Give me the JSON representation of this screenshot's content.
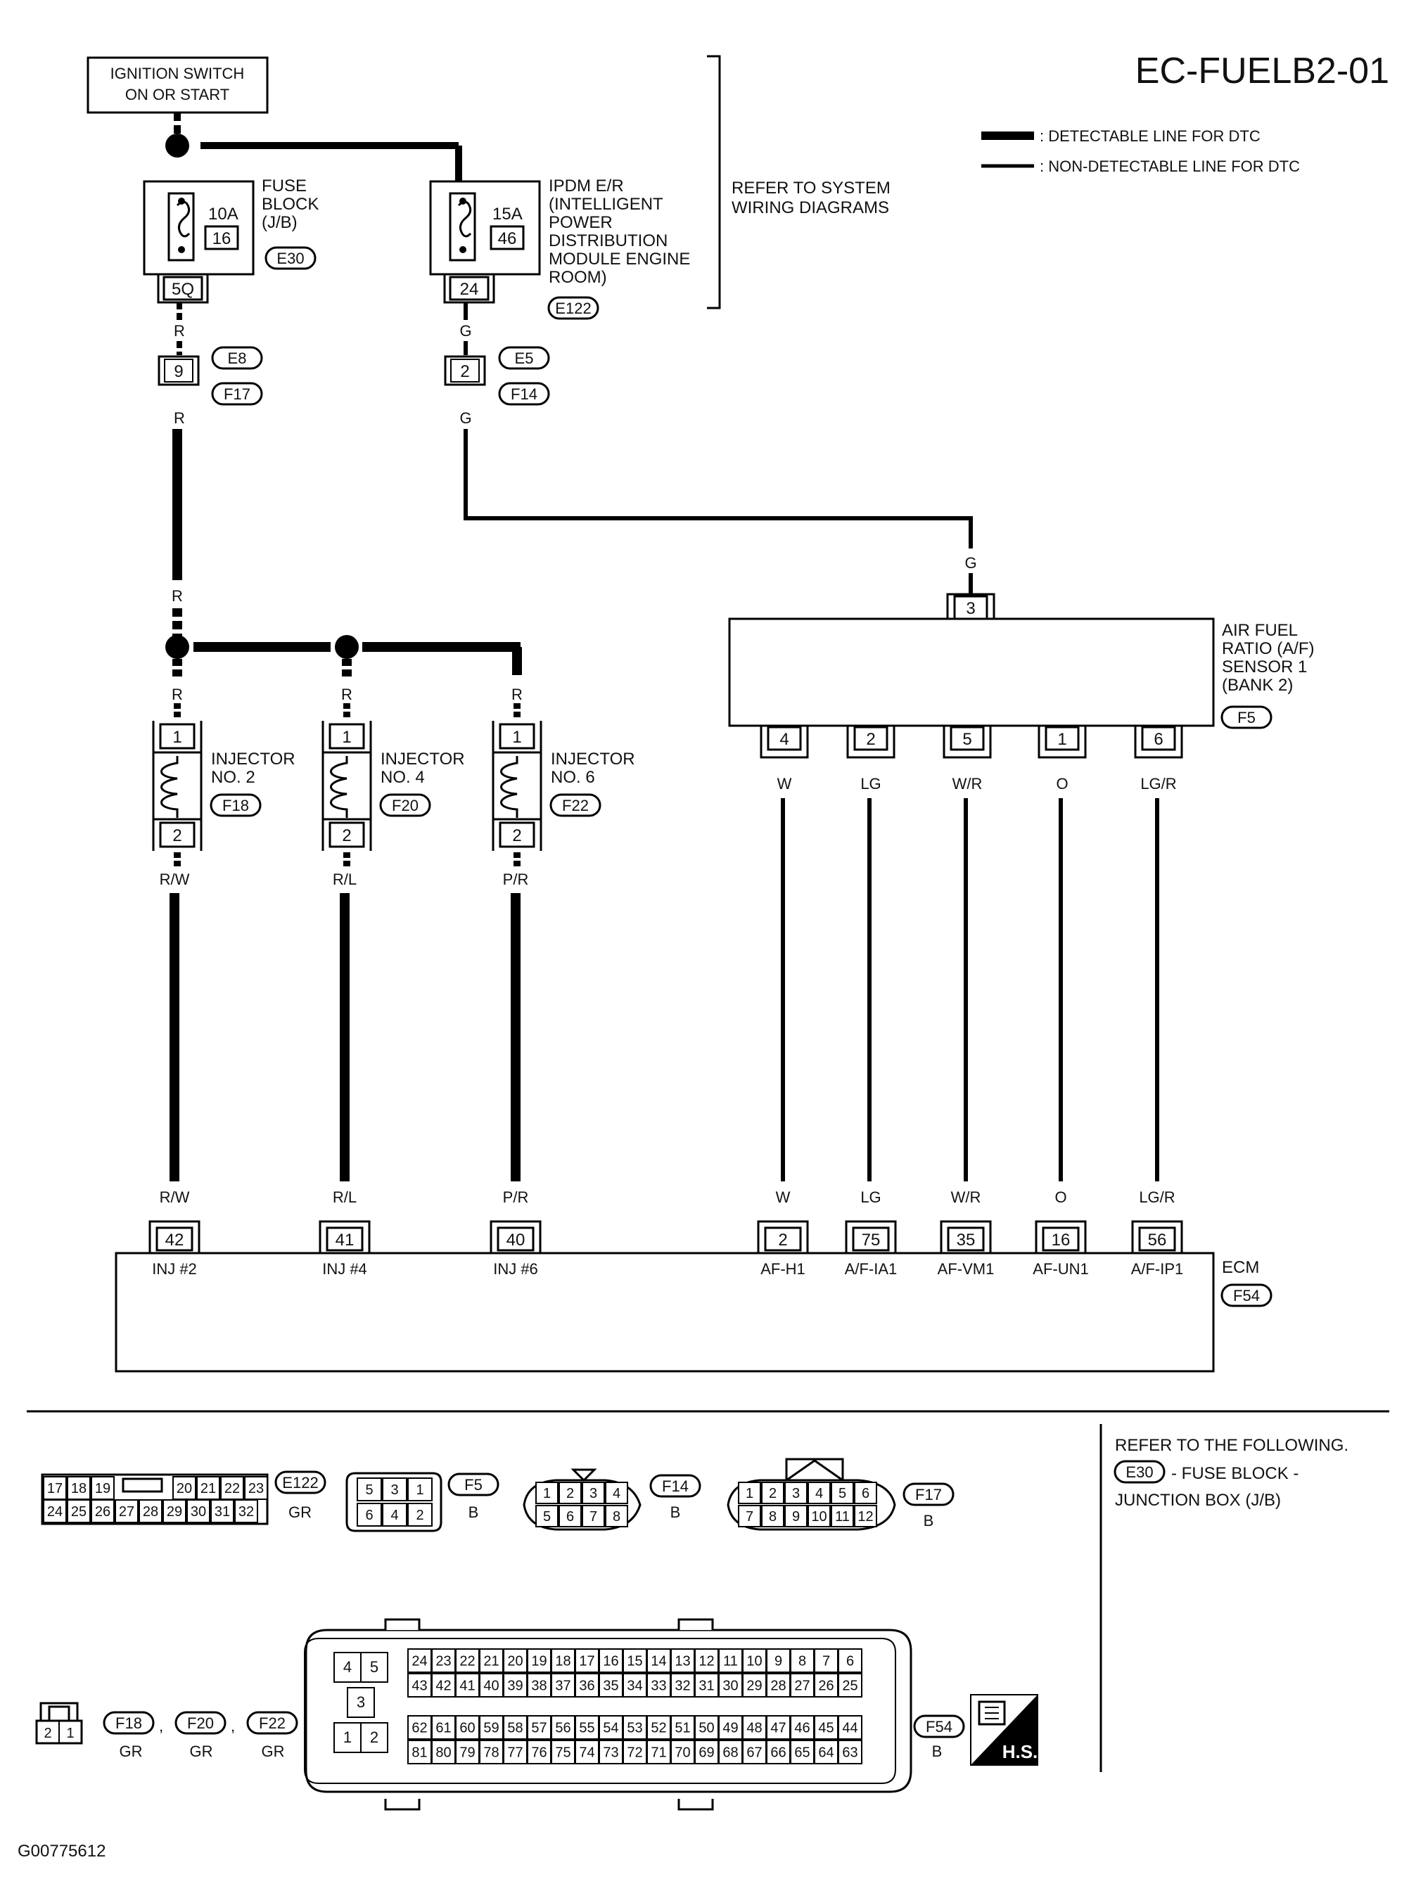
{
  "header": {
    "title": "EC-FUELB2-01",
    "legend_detectable": ": DETECTABLE LINE FOR DTC",
    "legend_non_detectable": ": NON-DETECTABLE LINE FOR DTC"
  },
  "ignition": {
    "line1": "IGNITION SWITCH",
    "line2": "ON OR START"
  },
  "fuse_block": {
    "label1": "FUSE",
    "label2": "BLOCK",
    "label3": "(J/B)",
    "amp": "10A",
    "num": "16",
    "conn": "E30",
    "pin": "5Q"
  },
  "ipdm": {
    "label1": "IPDM E/R",
    "label2": "(INTELLIGENT",
    "label3": "POWER",
    "label4": "DISTRIBUTION",
    "label5": "MODULE ENGINE",
    "label6": "ROOM)",
    "amp": "15A",
    "num": "46",
    "conn": "E122",
    "pin": "24"
  },
  "refer_system": {
    "line1": "REFER TO SYSTEM",
    "line2": "WIRING DIAGRAMS"
  },
  "junctions": {
    "left": {
      "wire_top": "R",
      "pin": "9",
      "conn_top": "E8",
      "conn_bottom": "F17",
      "wire_bottom": "R"
    },
    "right": {
      "wire_top": "G",
      "pin": "2",
      "conn_top": "E5",
      "conn_bottom": "F14",
      "wire_bottom": "G"
    }
  },
  "wires": {
    "r_mid": "R",
    "g_top": "G"
  },
  "af_sensor": {
    "line1": "AIR FUEL",
    "line2": "RATIO (A/F)",
    "line3": "SENSOR 1",
    "line4": "(BANK 2)",
    "conn": "F5",
    "top_pin": "3",
    "pins": [
      {
        "pin": "4",
        "wire": "W"
      },
      {
        "pin": "2",
        "wire": "LG"
      },
      {
        "pin": "5",
        "wire": "W/R"
      },
      {
        "pin": "1",
        "wire": "O"
      },
      {
        "pin": "6",
        "wire": "LG/R"
      }
    ]
  },
  "injectors": [
    {
      "name1": "INJECTOR",
      "name2": "NO. 2",
      "conn": "F18",
      "wire_in": "R",
      "pin_in": "1",
      "pin_out": "2",
      "wire_out": "R/W"
    },
    {
      "name1": "INJECTOR",
      "name2": "NO. 4",
      "conn": "F20",
      "wire_in": "R",
      "pin_in": "1",
      "pin_out": "2",
      "wire_out": "R/L"
    },
    {
      "name1": "INJECTOR",
      "name2": "NO. 6",
      "conn": "F22",
      "wire_in": "R",
      "pin_in": "1",
      "pin_out": "2",
      "wire_out": "P/R"
    }
  ],
  "ecm": {
    "label": "ECM",
    "conn": "F54",
    "terminals": [
      {
        "wire": "R/W",
        "pin": "42",
        "name": "INJ #2"
      },
      {
        "wire": "R/L",
        "pin": "41",
        "name": "INJ #4"
      },
      {
        "wire": "P/R",
        "pin": "40",
        "name": "INJ #6"
      },
      {
        "wire": "W",
        "pin": "2",
        "name": "AF-H1"
      },
      {
        "wire": "LG",
        "pin": "75",
        "name": "A/F-IA1"
      },
      {
        "wire": "W/R",
        "pin": "35",
        "name": "AF-VM1"
      },
      {
        "wire": "O",
        "pin": "16",
        "name": "AF-UN1"
      },
      {
        "wire": "LG/R",
        "pin": "56",
        "name": "A/F-IP1"
      }
    ]
  },
  "connector_views": {
    "e122": {
      "row1": [
        "17",
        "18",
        "19",
        "",
        "20",
        "21",
        "22",
        "23"
      ],
      "row2": [
        "24",
        "25",
        "26",
        "27",
        "28",
        "29",
        "30",
        "31",
        "32"
      ],
      "id": "E122",
      "color": "GR"
    },
    "f5": {
      "row1": [
        "5",
        "3",
        "1"
      ],
      "row2": [
        "6",
        "4",
        "2"
      ],
      "id": "F5",
      "color": "B"
    },
    "f14": {
      "row1": [
        "1",
        "2",
        "3",
        "4"
      ],
      "row2": [
        "5",
        "6",
        "7",
        "8"
      ],
      "id": "F14",
      "color": "B"
    },
    "f17": {
      "row1": [
        "1",
        "2",
        "3",
        "4",
        "5",
        "6"
      ],
      "row2": [
        "7",
        "8",
        "9",
        "10",
        "11",
        "12"
      ],
      "id": "F17",
      "color": "B"
    },
    "inj": {
      "pins": [
        "2",
        "1"
      ],
      "ids": [
        "F18",
        "F20",
        "F22"
      ],
      "color": "GR",
      "sep": ","
    },
    "f54": {
      "small": [
        "4",
        "5",
        "3",
        "1",
        "2"
      ],
      "row1": [
        "24",
        "23",
        "22",
        "21",
        "20",
        "19",
        "18",
        "17",
        "16",
        "15",
        "14",
        "13",
        "12",
        "11",
        "10",
        "9",
        "8",
        "7",
        "6"
      ],
      "row2": [
        "43",
        "42",
        "41",
        "40",
        "39",
        "38",
        "37",
        "36",
        "35",
        "34",
        "33",
        "32",
        "31",
        "30",
        "29",
        "28",
        "27",
        "26",
        "25"
      ],
      "row3": [
        "62",
        "61",
        "60",
        "59",
        "58",
        "57",
        "56",
        "55",
        "54",
        "53",
        "52",
        "51",
        "50",
        "49",
        "48",
        "47",
        "46",
        "45",
        "44"
      ],
      "row4": [
        "81",
        "80",
        "79",
        "78",
        "77",
        "76",
        "75",
        "74",
        "73",
        "72",
        "71",
        "70",
        "69",
        "68",
        "67",
        "66",
        "65",
        "64",
        "63"
      ],
      "id": "F54",
      "color": "B"
    },
    "hs": "H.S."
  },
  "refer_following": {
    "line1": "REFER TO THE FOLLOWING.",
    "conn": "E30",
    "line2": "- FUSE BLOCK -",
    "line3": "JUNCTION BOX (J/B)"
  },
  "figure_code": "G00775612"
}
